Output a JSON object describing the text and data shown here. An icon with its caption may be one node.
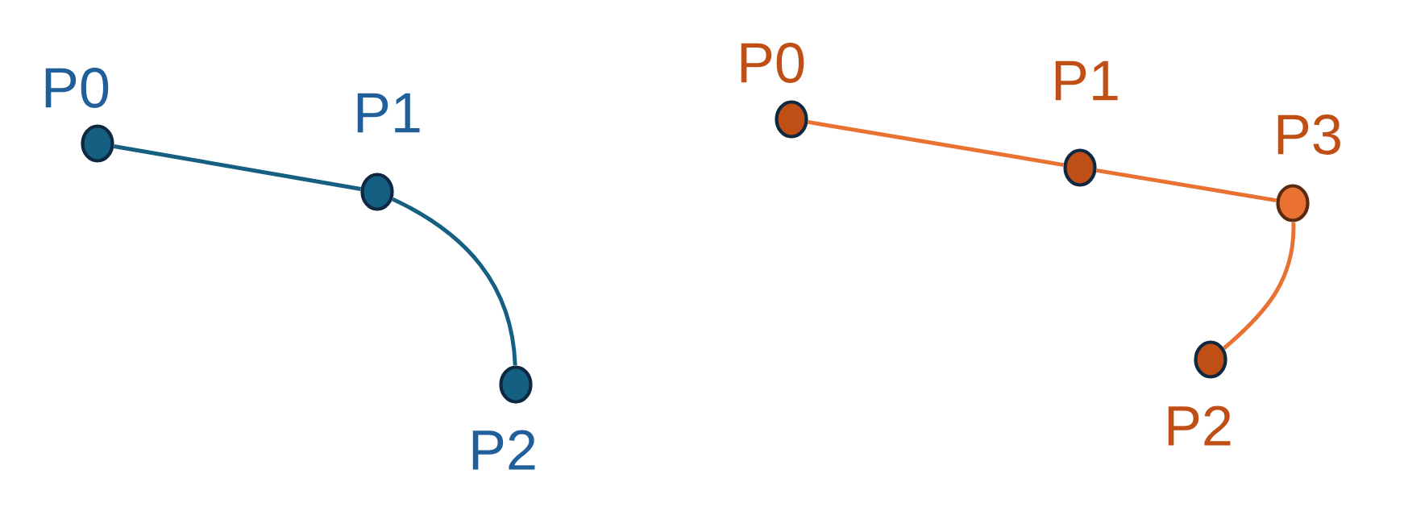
{
  "diagram": {
    "nodes": [
      {
        "text": [],
        "shape": "circle",
        "beside": [
          "P0"
        ]
      },
      {
        "text": [],
        "shape": "circle",
        "beside": [
          "P1"
        ]
      },
      {
        "text": [],
        "shape": "circle",
        "beside": [
          "P2"
        ]
      },
      {
        "text": [],
        "shape": "circle",
        "beside": [
          "P0"
        ]
      },
      {
        "text": [],
        "shape": "circle",
        "beside": [
          "P1"
        ]
      },
      {
        "text": [],
        "shape": "circle",
        "beside": [
          "P3"
        ]
      },
      {
        "text": [],
        "shape": "circle",
        "beside": [
          "P2"
        ]
      }
    ],
    "edges": [
      {
        "from": 0,
        "to": 1,
        "arrow": "none",
        "color": "#156082"
      },
      {
        "from": 1,
        "to": 2,
        "arrow": "none",
        "color": "#156082"
      },
      {
        "from": 3,
        "to": 4,
        "arrow": "none",
        "color": "#e97132"
      },
      {
        "from": 4,
        "to": 5,
        "arrow": "none",
        "color": "#e97132"
      },
      {
        "from": 5,
        "to": 6,
        "arrow": "none",
        "color": "#e97132"
      }
    ]
  }
}
